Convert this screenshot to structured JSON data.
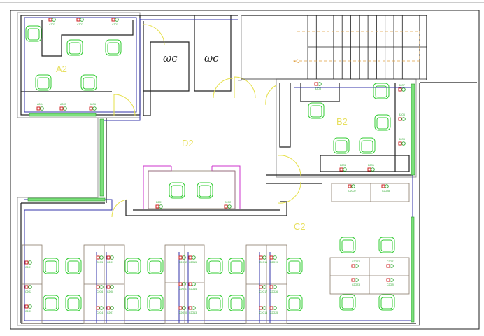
{
  "rooms": {
    "a2": "A2",
    "b2": "B2",
    "c2": "C2",
    "d2": "D2",
    "wc1": "ωc",
    "wc2": "ωc"
  },
  "sockets": {
    "a2": [
      "A2O3",
      "A2O2",
      "A2O1",
      "A2O4",
      "A2O5",
      "A2O6"
    ],
    "b2": [
      "B2O8",
      "B2O7",
      "B2O6",
      "B2O5",
      "B2O2",
      "B2O1"
    ],
    "d2": [
      "D2O1",
      "D2O2"
    ],
    "c2_right": [
      "C2O27",
      "C2O28",
      "C2O22",
      "C2O21",
      "C2O23",
      "C2O20"
    ],
    "c2_bottom": [
      "C2O1",
      "C2O2",
      "C2O3",
      "C2O5",
      "C2O6",
      "C2O4",
      "C2O9",
      "C2O8",
      "C2O7",
      "C2O12",
      "C2O11",
      "C2O10",
      "C2O15",
      "C2O14",
      "C2O13",
      "C2O16",
      "C2O17",
      "C2O18",
      "C2O19",
      "C2O26",
      "C2O25"
    ]
  },
  "colors": {
    "wall": "#222222",
    "chair": "#33cc33",
    "door": "#e6e04a",
    "socket_red": "#cc2222",
    "socket_green": "#33aa33",
    "label": "#e8e060"
  }
}
